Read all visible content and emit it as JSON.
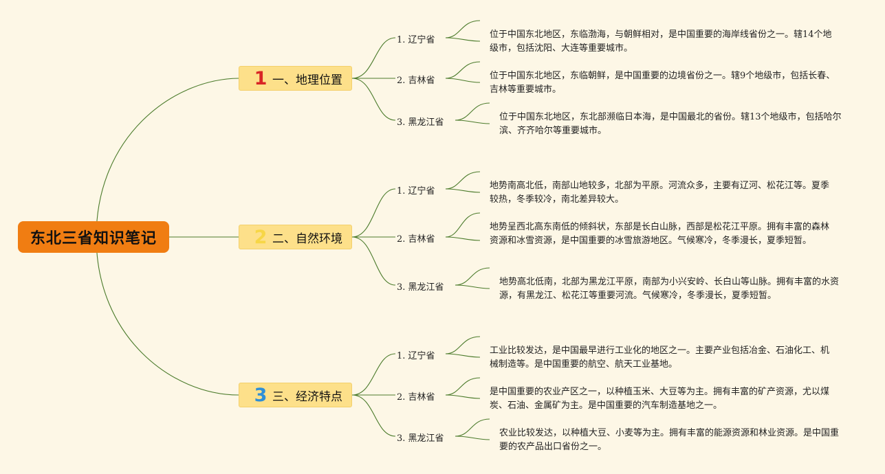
{
  "root": {
    "title": "东北三省知识笔记"
  },
  "topics": [
    {
      "num": "1",
      "label": "一、地理位置",
      "children": [
        {
          "label": "1. 辽宁省",
          "desc": "位于中国东北地区，东临渤海，与朝鲜相对，是中国重要的海岸线省份之一。辖14个地级市，包括沈阳、大连等重要城市。"
        },
        {
          "label": "2. 吉林省",
          "desc": "位于中国东北地区，东临朝鲜，是中国重要的边境省份之一。辖9个地级市，包括长春、吉林等重要城市。"
        },
        {
          "label": "3. 黑龙江省",
          "desc": "位于中国东北地区，东北部濒临日本海，是中国最北的省份。辖13个地级市，包括哈尔滨、齐齐哈尔等重要城市。"
        }
      ]
    },
    {
      "num": "2",
      "label": "二、自然环境",
      "children": [
        {
          "label": "1. 辽宁省",
          "desc": "地势南高北低，南部山地较多，北部为平原。河流众多，主要有辽河、松花江等。夏季较热，冬季较冷，南北差异较大。"
        },
        {
          "label": "2. 吉林省",
          "desc": "地势呈西北高东南低的倾斜状，东部是长白山脉，西部是松花江平原。拥有丰富的森林资源和冰雪资源，是中国重要的冰雪旅游地区。气候寒冷，冬季漫长，夏季短暂。"
        },
        {
          "label": "3. 黑龙江省",
          "desc": "地势高北低南，北部为黑龙江平原，南部为小兴安岭、长白山等山脉。拥有丰富的水资源，有黑龙江、松花江等重要河流。气候寒冷，冬季漫长，夏季短暂。"
        }
      ]
    },
    {
      "num": "3",
      "label": "三、经济特点",
      "children": [
        {
          "label": "1. 辽宁省",
          "desc": "工业比较发达，是中国最早进行工业化的地区之一。主要产业包括冶金、石油化工、机械制造等。是中国重要的航空、航天工业基地。"
        },
        {
          "label": "2. 吉林省",
          "desc": "是中国重要的农业产区之一，以种植玉米、大豆等为主。拥有丰富的矿产资源，尤以煤炭、石油、金属矿为主。是中国重要的汽车制造基地之一。"
        },
        {
          "label": "3. 黑龙江省",
          "desc": "农业比较发达，以种植大豆、小麦等为主。拥有丰富的能源资源和林业资源。是中国重要的农产品出口省份之一。"
        }
      ]
    }
  ]
}
